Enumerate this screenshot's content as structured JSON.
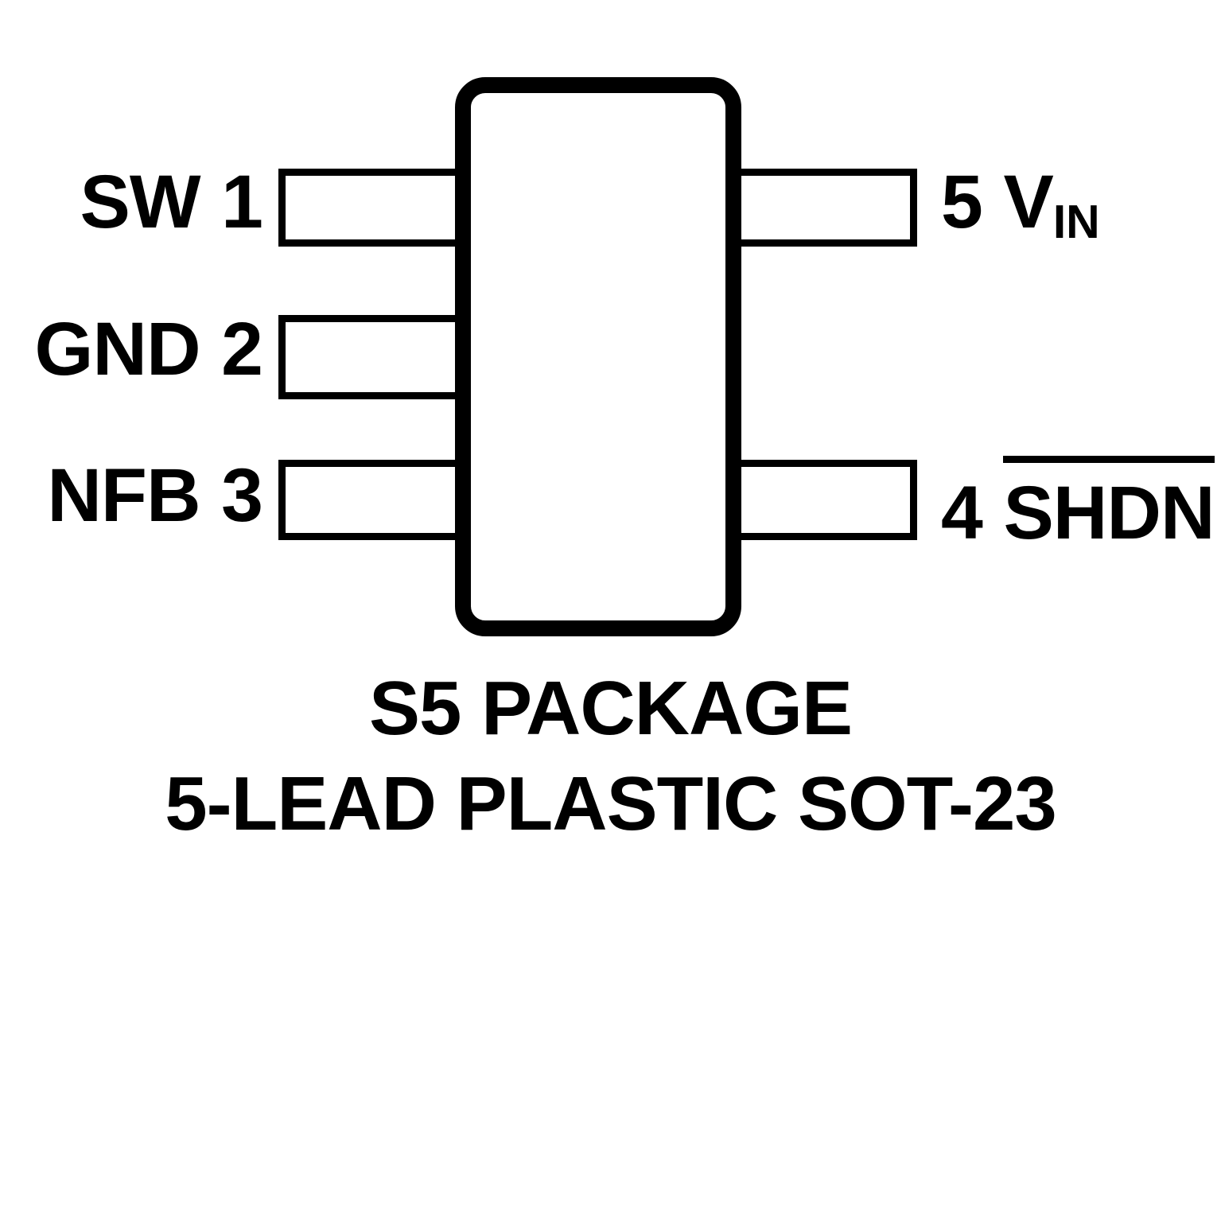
{
  "pins": {
    "sw": {
      "label": "SW",
      "number": "1"
    },
    "gnd": {
      "label": "GND",
      "number": "2"
    },
    "nfb": {
      "label": "NFB",
      "number": "3"
    },
    "shdn": {
      "number": "4",
      "label": "SHDN",
      "overline": true
    },
    "vin": {
      "number": "5",
      "label": "V",
      "subscript": "IN"
    }
  },
  "caption": {
    "line1": "S5 PACKAGE",
    "line2": "5-LEAD PLASTIC SOT-23"
  },
  "colors": {
    "stroke": "#000000",
    "background": "#ffffff"
  }
}
